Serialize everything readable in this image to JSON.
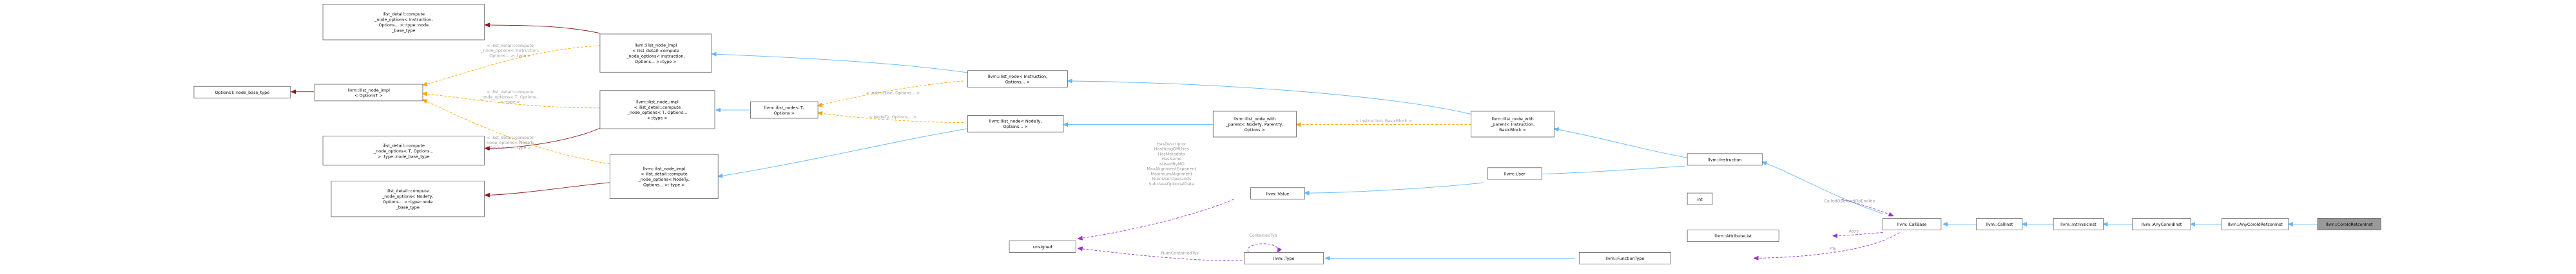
{
  "colors": {
    "inheritance": "#63b8ff",
    "template_instance": "#8b1a1a",
    "template_param": "#ffa500",
    "usage": "#9a32cd",
    "highlight_fill": "#999999"
  },
  "nodes": {
    "optionsT": [
      "OptionsT::node_base_type"
    ],
    "ilist_node_impl_optionsT": [
      "llvm::ilist_node_impl",
      "< OptionsT >"
    ],
    "compute_instr_base": [
      "ilist_detail::compute",
      "_node_options< Instruction,",
      "Options... >::type::node",
      "_base_type"
    ],
    "ilist_node_impl_instr": [
      "llvm::ilist_node_impl",
      "< ilist_detail::compute",
      "_node_options< Instruction,",
      "Options... >::type >"
    ],
    "ilist_node_impl_T": [
      "llvm::ilist_node_impl",
      "< ilist_detail::compute",
      "_node_options< T, Options...",
      ">::type >"
    ],
    "compute_T_base": [
      "ilist_detail::compute",
      "_node_options< T, Options...",
      ">::type::node_base_type"
    ],
    "ilist_node_impl_nodety": [
      "llvm::ilist_node_impl",
      "< ilist_detail::compute",
      "_node_options< NodeTy,",
      "Options... >::type >"
    ],
    "compute_nodety_base": [
      "ilist_detail::compute",
      "_node_options< NodeTy,",
      "Options... >::type::node",
      "_base_type"
    ],
    "ilist_node_T": [
      "llvm::ilist_node< T,",
      "Options >"
    ],
    "ilist_node_instr": [
      "llvm::ilist_node< Instruction,",
      "Options... >"
    ],
    "ilist_node_nodety": [
      "llvm::ilist_node< NodeTy,",
      "Options... >"
    ],
    "ilist_node_with_parent_generic": [
      "llvm::ilist_node_with",
      "_parent< NodeTy, ParentTy,",
      "Options >"
    ],
    "ilist_node_with_parent_instr": [
      "llvm::ilist_node_with",
      "_parent< Instruction,",
      "BasicBlock >"
    ],
    "instruction": [
      "llvm::Instruction"
    ],
    "user": [
      "llvm::User"
    ],
    "value": [
      "llvm::Value"
    ],
    "unsigned": [
      "unsigned"
    ],
    "type": [
      "llvm::Type"
    ],
    "int": [
      "int"
    ],
    "attributelist": [
      "llvm::AttributeList"
    ],
    "functiontype": [
      "llvm::FunctionType"
    ],
    "callbase": [
      "llvm::CallBase"
    ],
    "callinst": [
      "llvm::CallInst"
    ],
    "intrinsicinst": [
      "llvm::IntrinsicInst"
    ],
    "anycoroidinst": [
      "llvm::AnyCoroIdInst"
    ],
    "anycoroidretconinst": [
      "llvm::AnyCoroIdRetconInst"
    ],
    "coroidretconinst": [
      "llvm::CoroIdRetconInst"
    ]
  },
  "edge_labels": {
    "instr_to_impl": [
      "< ilist_detail::compute",
      "_node_options< Instruction,",
      "Options... >::type >"
    ],
    "T_to_impl": [
      "< ilist_detail::compute",
      "_node_options< T, Options...",
      ">::type >"
    ],
    "nodety_to_impl": [
      "< ilist_detail::compute",
      "_node_options< NodeTy,",
      "Options... >::type >"
    ],
    "node_instr": [
      "< Instruction, Options... >"
    ],
    "node_nodety": [
      "< NodeTy, Options... >"
    ],
    "with_parent": [
      "< Instruction, BasicBlock >"
    ],
    "value_unsigned": [
      "HasDescriptor",
      "HasHungOffUses",
      "HasMetadata",
      "HasName",
      "IsUsedByMD",
      "MaxAlignmentExponent",
      "MaximumAlignment",
      "NumUserOperands",
      "SubclassOptionalData"
    ],
    "unsigned_type": [
      "NumContainedTys"
    ],
    "type_self": [
      "ContainedTys"
    ],
    "int_callbase": [
      "CalledOperandOpEndIdx"
    ],
    "attr_callbase": [
      "Attrs"
    ],
    "ftype_callbase": [
      "FTy"
    ]
  }
}
